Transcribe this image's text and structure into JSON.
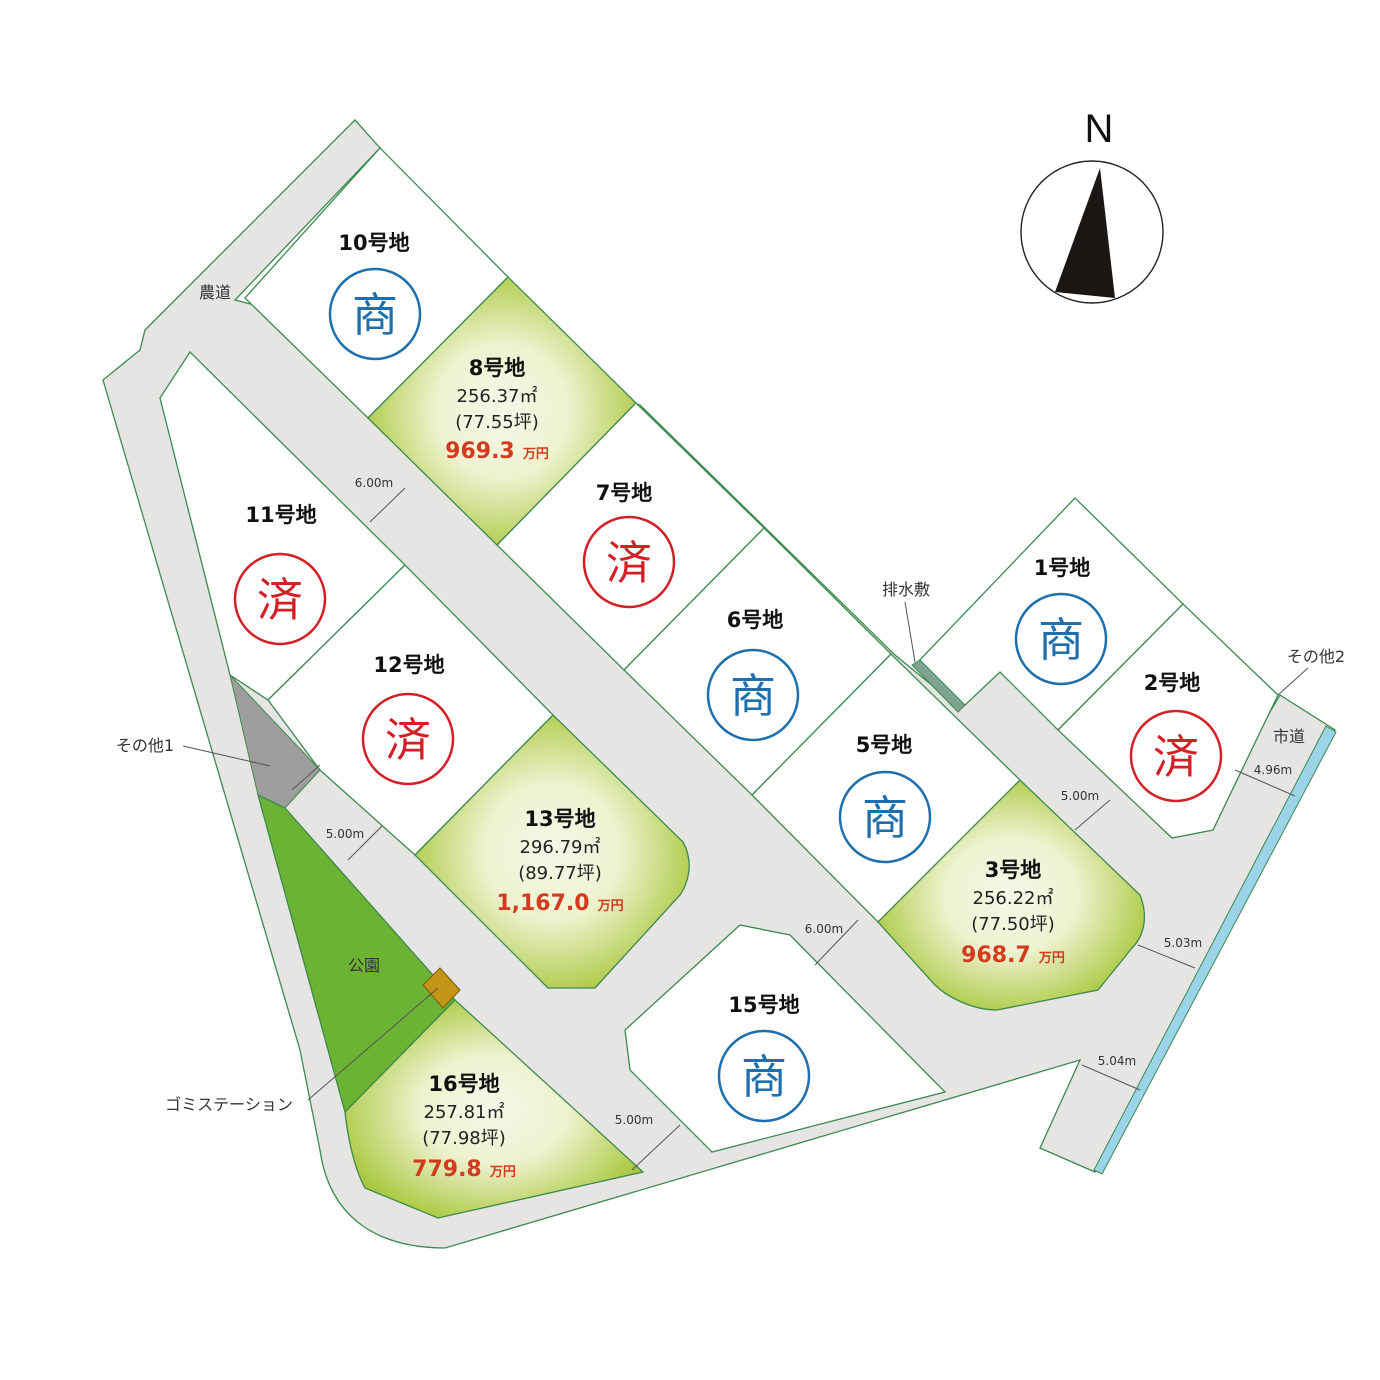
{
  "colors": {
    "road": "#e6e5e3",
    "outline": "#3c8a4d",
    "stamp_commercial": "#1e6fae",
    "stamp_sold": "#d32027",
    "price": "#d43a1e",
    "park": "#6cb233",
    "available_outer": "#a8c73c",
    "available_inner": "#f6f7e9",
    "other1": "#9e9e9e",
    "drainage": "#7fa391",
    "garbage": "#c49418",
    "canal": "#9bd4e8"
  },
  "compass": {
    "label": "N"
  },
  "stamps": {
    "commercial": "商",
    "sold": "済"
  },
  "lots": [
    {
      "id": "10",
      "name": "10号地",
      "status": "commercial"
    },
    {
      "id": "8",
      "name": "8号地",
      "status": "available",
      "area": "256.37㎡",
      "tsubo": "(77.55坪)",
      "price": "969.3",
      "unit": "万円"
    },
    {
      "id": "7",
      "name": "7号地",
      "status": "sold"
    },
    {
      "id": "11",
      "name": "11号地",
      "status": "sold"
    },
    {
      "id": "12",
      "name": "12号地",
      "status": "sold"
    },
    {
      "id": "6",
      "name": "6号地",
      "status": "commercial"
    },
    {
      "id": "1",
      "name": "1号地",
      "status": "commercial"
    },
    {
      "id": "2",
      "name": "2号地",
      "status": "sold"
    },
    {
      "id": "5",
      "name": "5号地",
      "status": "commercial"
    },
    {
      "id": "13",
      "name": "13号地",
      "status": "available",
      "area": "296.79㎡",
      "tsubo": "(89.77坪)",
      "price": "1,167.0",
      "unit": "万円"
    },
    {
      "id": "3",
      "name": "3号地",
      "status": "available",
      "area": "256.22㎡",
      "tsubo": "(77.50坪)",
      "price": "968.7",
      "unit": "万円"
    },
    {
      "id": "15",
      "name": "15号地",
      "status": "commercial"
    },
    {
      "id": "16",
      "name": "16号地",
      "status": "available",
      "area": "257.81㎡",
      "tsubo": "(77.98坪)",
      "price": "779.8",
      "unit": "万円"
    }
  ],
  "labels": {
    "farm_road": "農道",
    "drainage": "排水敷",
    "other1": "その他1",
    "other2": "その他2",
    "city_road": "市道",
    "park": "公園",
    "garbage_station": "ゴミステーション"
  },
  "road_widths": {
    "main_upper": "6.00m",
    "main_lower": "6.00m",
    "left_branch": "5.00m",
    "right_branch": "5.00m",
    "bottom_branch": "5.00m",
    "city_top": "4.96m",
    "city_mid": "5.03m",
    "city_bottom": "5.04m"
  }
}
